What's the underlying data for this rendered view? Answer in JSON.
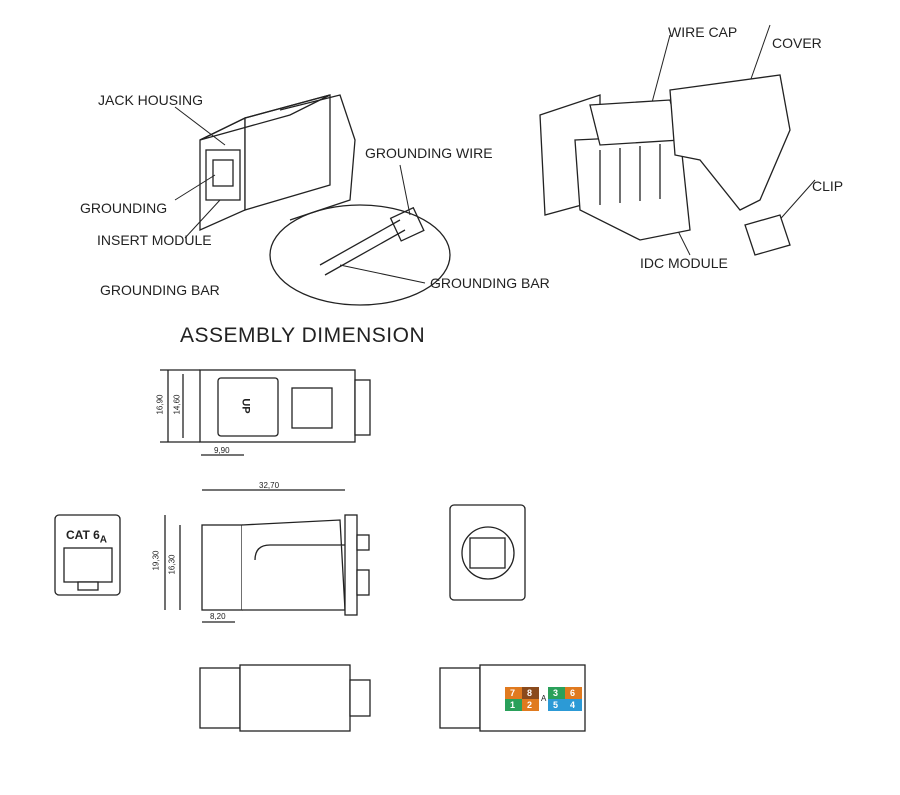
{
  "callouts": {
    "jack_housing": "JACK HOUSING",
    "grounding_wire": "GROUNDING WIRE",
    "grounding": "GROUNDING",
    "insert_module": "INSERT MODULE",
    "grounding_bar_left": "GROUNDING BAR",
    "grounding_bar_right": "GROUNDING BAR",
    "wire_cap": "WIRE CAP",
    "cover": "COVER",
    "clip": "CLIP",
    "idc_module": "IDC MODULE"
  },
  "section_title": "ASSEMBLY DIMENSION",
  "dimensions": {
    "top_height_outer": "16,90",
    "top_height_inner": "14,60",
    "top_width": "9,90",
    "side_length": "32,70",
    "side_height_outer": "19,30",
    "side_height_inner": "16,30",
    "side_front": "8,20"
  },
  "markings": {
    "up": "UP",
    "cat": "CAT 6",
    "cat_sub": "A",
    "wire_top": [
      "7",
      "8",
      "3",
      "6"
    ],
    "wire_bottom": [
      "1",
      "2",
      "5",
      "4"
    ],
    "wire_center": "A"
  },
  "colors": {
    "orange": "#e07a1f",
    "green": "#2aa05a",
    "blue": "#2c9ad6",
    "brown": "#8a4a1c"
  }
}
